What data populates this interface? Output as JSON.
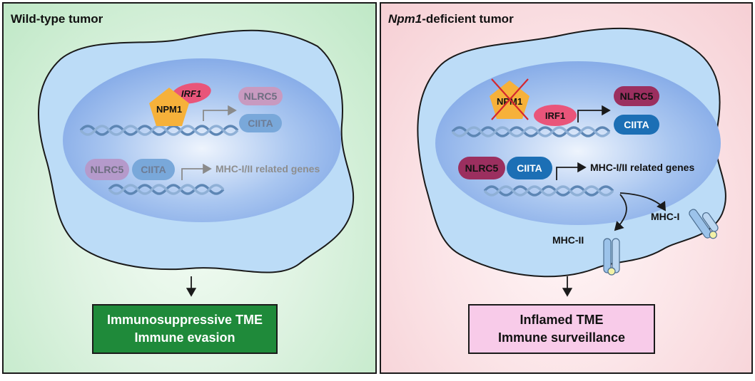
{
  "left_panel": {
    "title": "Wild-type tumor",
    "irf1_label": "IRF1",
    "npm1_label": "NPM1",
    "nlrc5_label": "NLRC5",
    "ciita_label": "CIITA",
    "nlrc5_label_2": "NLRC5",
    "ciita_label_2": "CIITA",
    "genes_label": "MHC-I/II related genes",
    "outcome_line1": "Immunosuppressive TME",
    "outcome_line2": "Immune evasion"
  },
  "right_panel": {
    "title_italic": "Npm1",
    "title_rest": "-deficient tumor",
    "npm1_label": "NPM1",
    "irf1_label": "IRF1",
    "nlrc5_label": "NLRC5",
    "ciita_label": "CIITA",
    "nlrc5_label_2": "NLRC5",
    "ciita_label_2": "CIITA",
    "genes_label": "MHC-I/II related genes",
    "mhc1_label": "MHC-I",
    "mhc2_label": "MHC-II",
    "outcome_line1": "Inflamed TME",
    "outcome_line2": "Immune surveillance"
  },
  "colors": {
    "left_bg": "#bfe8c6",
    "right_bg": "#f6cfd4",
    "cell": "#bcdcf7",
    "nucleus": "#8fb4ea",
    "npm1": "#f6b13a",
    "irf1": "#e9557a",
    "nlrc5": "#9b2f5f",
    "ciita": "#1c6fb5",
    "left_box": "#1f8a3a",
    "right_box": "#f8cbe9"
  }
}
